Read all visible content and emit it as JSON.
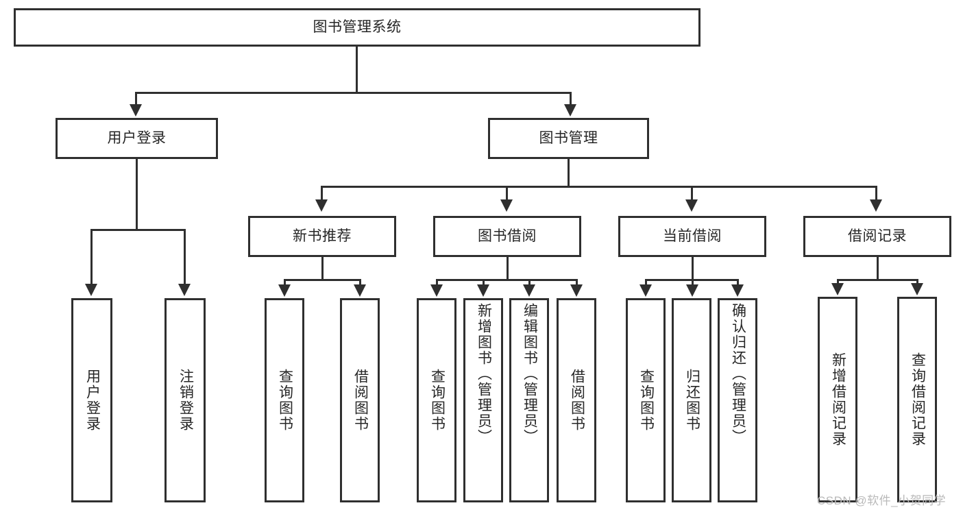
{
  "diagram": {
    "type": "tree-hierarchy-chart",
    "title": "图书管理系统",
    "line_color": "#2f2f2f",
    "text_color": "#262626",
    "background": "#ffffff",
    "root": {
      "label": "图书管理系统"
    },
    "level1": [
      {
        "label": "用户登录"
      },
      {
        "label": "图书管理"
      }
    ],
    "level2": [
      {
        "label": "新书推荐"
      },
      {
        "label": "图书借阅"
      },
      {
        "label": "当前借阅"
      },
      {
        "label": "借阅记录"
      }
    ],
    "leaves": {
      "user_login": [
        {
          "label": "用户登录"
        },
        {
          "label": "注销登录"
        }
      ],
      "new_book_recommend": [
        {
          "label": "查询图书"
        },
        {
          "label": "借阅图书"
        }
      ],
      "book_borrow": [
        {
          "label": "查询图书"
        },
        {
          "label": "新增图书（管理员）"
        },
        {
          "label": "编辑图书（管理员）"
        },
        {
          "label": "借阅图书"
        }
      ],
      "current_borrow": [
        {
          "label": "查询图书"
        },
        {
          "label": "归还图书"
        },
        {
          "label": "确认归还（管理员）"
        }
      ],
      "borrow_record": [
        {
          "label": "新增借阅记录"
        },
        {
          "label": "查询借阅记录"
        }
      ]
    },
    "watermark": "CSDN @软件_小贺同学"
  }
}
